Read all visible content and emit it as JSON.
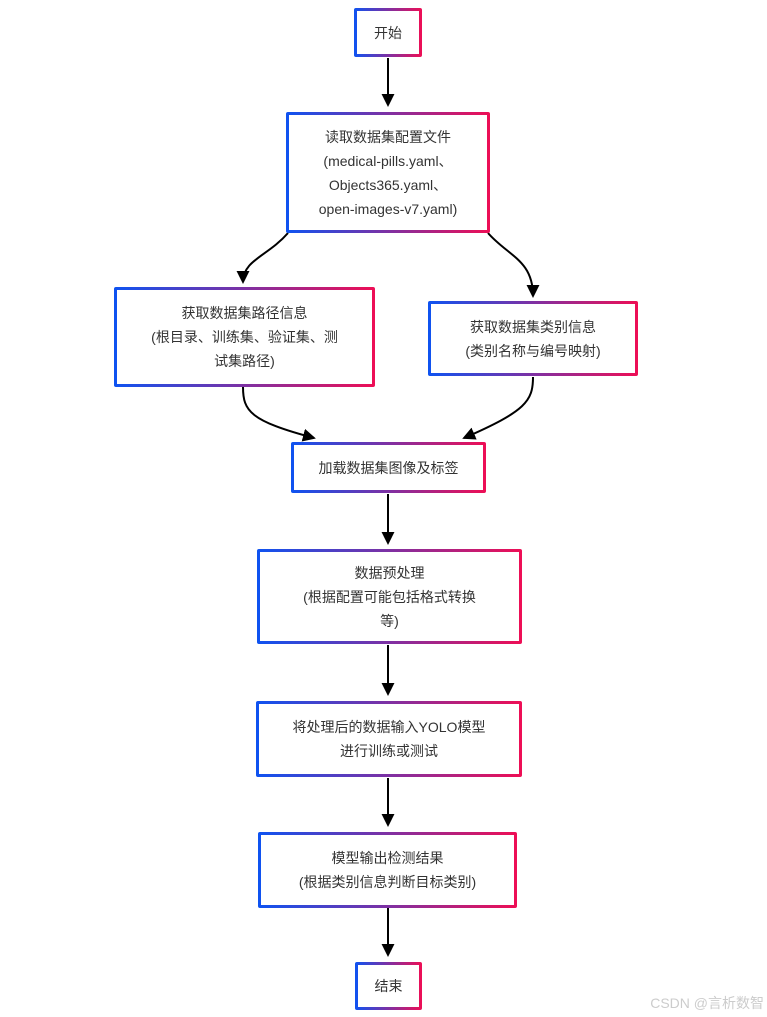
{
  "nodes": {
    "start": {
      "label": "开始"
    },
    "config": {
      "label": "读取数据集配置文件\n(medical-pills.yaml、\nObjects365.yaml、\nopen-images-v7.yaml)"
    },
    "paths": {
      "label": "获取数据集路径信息\n(根目录、训练集、验证集、测\n试集路径)"
    },
    "classes": {
      "label": "获取数据集类别信息\n(类别名称与编号映射)"
    },
    "load": {
      "label": "加载数据集图像及标签"
    },
    "preprocess": {
      "label": "数据预处理\n(根据配置可能包括格式转换\n等)"
    },
    "model": {
      "label": "将处理后的数据输入YOLO模型\n进行训练或测试"
    },
    "output": {
      "label": "模型输出检测结果\n(根据类别信息判断目标类别)"
    },
    "end": {
      "label": "结束"
    }
  },
  "edges": [
    {
      "from": "start",
      "to": "config"
    },
    {
      "from": "config",
      "to": "paths"
    },
    {
      "from": "config",
      "to": "classes"
    },
    {
      "from": "paths",
      "to": "load"
    },
    {
      "from": "classes",
      "to": "load"
    },
    {
      "from": "load",
      "to": "preprocess"
    },
    {
      "from": "preprocess",
      "to": "model"
    },
    {
      "from": "model",
      "to": "output"
    },
    {
      "from": "output",
      "to": "end"
    }
  ],
  "watermark": "CSDN @言析数智",
  "colors": {
    "border_blue": "#0e53f1",
    "border_pink": "#ee0e55",
    "arrow": "#000000",
    "text": "#333333",
    "watermark": "#cccccc",
    "background": "#ffffff"
  }
}
